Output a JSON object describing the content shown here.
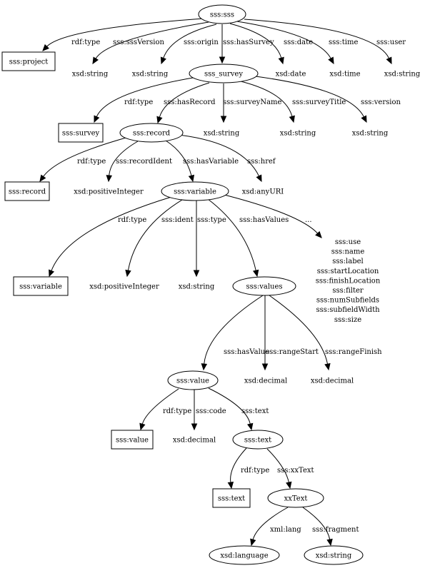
{
  "nodes": {
    "sss": {
      "label": "sss:sss",
      "shape": "ellipse"
    },
    "project": {
      "label": "sss:project",
      "shape": "box"
    },
    "sssVersion_t": {
      "label": "xsd:string",
      "shape": "plain"
    },
    "origin_t": {
      "label": "xsd:string",
      "shape": "plain"
    },
    "survey": {
      "label": "sss_survey",
      "shape": "ellipse"
    },
    "date_t": {
      "label": "xsd:date",
      "shape": "plain"
    },
    "time_t": {
      "label": "xsd:time",
      "shape": "plain"
    },
    "user_t": {
      "label": "xsd:string",
      "shape": "plain"
    },
    "survey_type": {
      "label": "sss:survey",
      "shape": "box"
    },
    "record": {
      "label": "sss:record",
      "shape": "ellipse"
    },
    "surveyName_t": {
      "label": "xsd:string",
      "shape": "plain"
    },
    "surveyTitle_t": {
      "label": "xsd:string",
      "shape": "plain"
    },
    "version_t": {
      "label": "xsd:string",
      "shape": "plain"
    },
    "record_type": {
      "label": "sss:record",
      "shape": "box"
    },
    "recordIdent_t": {
      "label": "xsd:positiveInteger",
      "shape": "plain"
    },
    "variable": {
      "label": "sss:variable",
      "shape": "ellipse"
    },
    "href_t": {
      "label": "xsd:anyURI",
      "shape": "plain"
    },
    "variable_type": {
      "label": "sss:variable",
      "shape": "box"
    },
    "ident_t": {
      "label": "xsd:positiveInteger",
      "shape": "plain"
    },
    "type_t": {
      "label": "xsd:string",
      "shape": "plain"
    },
    "values": {
      "label": "sss:values",
      "shape": "ellipse"
    },
    "others": {
      "label": "sss:use\nsss:name\nsss:label\nsss:startLocation\nsss:finishLocation\nsss:filter\nsss:numSubfields\nsss:subfieldWidth\nsss:size",
      "shape": "plain"
    },
    "value": {
      "label": "sss:value",
      "shape": "ellipse"
    },
    "rangeStart_t": {
      "label": "xsd:decimal",
      "shape": "plain"
    },
    "rangeFinish_t": {
      "label": "xsd:decimal",
      "shape": "plain"
    },
    "value_type": {
      "label": "sss:value",
      "shape": "box"
    },
    "code_t": {
      "label": "xsd:decimal",
      "shape": "plain"
    },
    "text": {
      "label": "sss:text",
      "shape": "ellipse"
    },
    "text_type": {
      "label": "sss:text",
      "shape": "box"
    },
    "xxText": {
      "label": "xxText",
      "shape": "ellipse"
    },
    "xmllang_t": {
      "label": "xsd:language",
      "shape": "ellipse"
    },
    "fragment_t": {
      "label": "xsd:string",
      "shape": "ellipse"
    }
  },
  "edges": [
    {
      "id": "e1",
      "from": "sss",
      "to": "project",
      "label": "rdf:type"
    },
    {
      "id": "e2",
      "from": "sss",
      "to": "sssVersion_t",
      "label": "sss:sssVersion"
    },
    {
      "id": "e3",
      "from": "sss",
      "to": "origin_t",
      "label": "sss:origin"
    },
    {
      "id": "e4",
      "from": "sss",
      "to": "survey",
      "label": "sss:hasSurvey"
    },
    {
      "id": "e5",
      "from": "sss",
      "to": "date_t",
      "label": "sss:date"
    },
    {
      "id": "e6",
      "from": "sss",
      "to": "time_t",
      "label": "sss:time"
    },
    {
      "id": "e7",
      "from": "sss",
      "to": "user_t",
      "label": "sss:user"
    },
    {
      "id": "e8",
      "from": "survey",
      "to": "survey_type",
      "label": "rdf:type"
    },
    {
      "id": "e9",
      "from": "survey",
      "to": "record",
      "label": "sss:hasRecord"
    },
    {
      "id": "e10",
      "from": "survey",
      "to": "surveyName_t",
      "label": "sss:surveyName"
    },
    {
      "id": "e11",
      "from": "survey",
      "to": "surveyTitle_t",
      "label": "sss:surveyTitle"
    },
    {
      "id": "e12",
      "from": "survey",
      "to": "version_t",
      "label": "sss:version"
    },
    {
      "id": "e13",
      "from": "record",
      "to": "record_type",
      "label": "rdf:type"
    },
    {
      "id": "e14",
      "from": "record",
      "to": "recordIdent_t",
      "label": "sss:recordIdent"
    },
    {
      "id": "e15",
      "from": "record",
      "to": "variable",
      "label": "sss:hasVariable"
    },
    {
      "id": "e16",
      "from": "record",
      "to": "href_t",
      "label": "sss:href"
    },
    {
      "id": "e17",
      "from": "variable",
      "to": "variable_type",
      "label": "rdf:type"
    },
    {
      "id": "e18",
      "from": "variable",
      "to": "ident_t",
      "label": "sss:ident"
    },
    {
      "id": "e19",
      "from": "variable",
      "to": "type_t",
      "label": "sss:type"
    },
    {
      "id": "e20",
      "from": "variable",
      "to": "values",
      "label": "sss:hasValues"
    },
    {
      "id": "e21",
      "from": "variable",
      "to": "others",
      "label": "..."
    },
    {
      "id": "e22",
      "from": "values",
      "to": "value",
      "label": "sss:hasValue"
    },
    {
      "id": "e23",
      "from": "values",
      "to": "rangeStart_t",
      "label": "sss:rangeStart"
    },
    {
      "id": "e24",
      "from": "values",
      "to": "rangeFinish_t",
      "label": "sss:rangeFinish"
    },
    {
      "id": "e25",
      "from": "value",
      "to": "value_type",
      "label": "rdf:type"
    },
    {
      "id": "e26",
      "from": "value",
      "to": "code_t",
      "label": "sss:code"
    },
    {
      "id": "e27",
      "from": "value",
      "to": "text",
      "label": "sss:text"
    },
    {
      "id": "e28",
      "from": "text",
      "to": "text_type",
      "label": "rdf:type"
    },
    {
      "id": "e29",
      "from": "text",
      "to": "xxText",
      "label": "sss:xxText"
    },
    {
      "id": "e30",
      "from": "xxText",
      "to": "xmllang_t",
      "label": "xml:lang"
    },
    {
      "id": "e31",
      "from": "xxText",
      "to": "fragment_t",
      "label": "sss:fragment"
    }
  ]
}
